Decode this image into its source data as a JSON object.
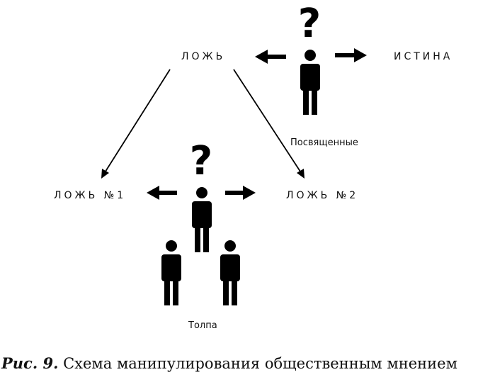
{
  "labels": {
    "lie": "ЛОЖЬ",
    "truth": "ИСТИНА",
    "lie1": "ЛОЖЬ №1",
    "lie2": "ЛОЖЬ №2",
    "initiated": "Посвященные",
    "crowd": "Толпа",
    "question_mark": "?"
  },
  "caption": {
    "figure": "Рис. 9.",
    "text": "Схема манипулирования общественным мнением"
  }
}
